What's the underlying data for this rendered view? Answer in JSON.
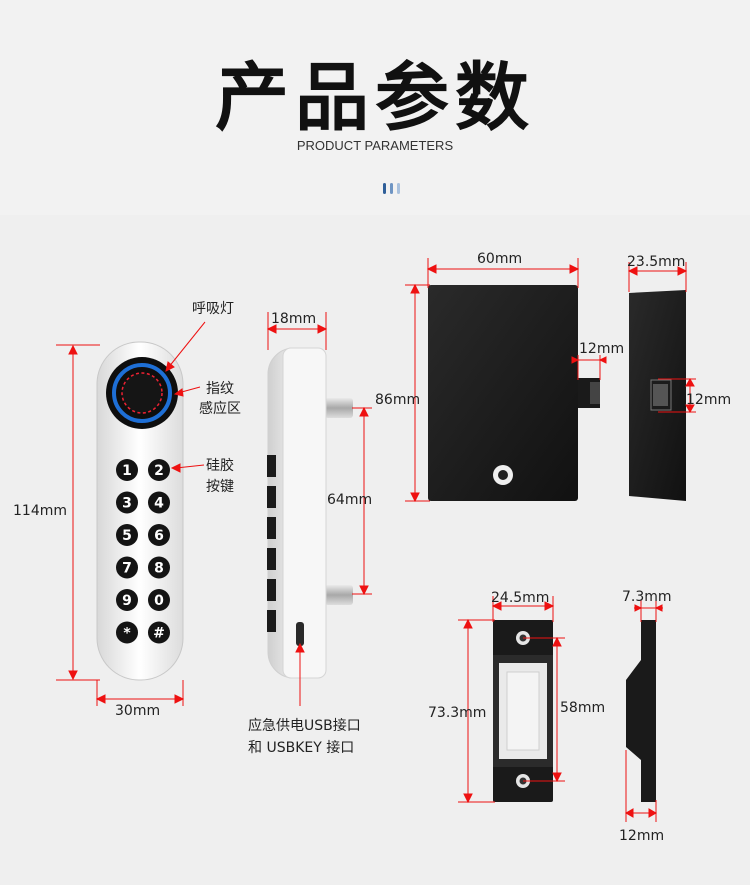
{
  "header": {
    "title": "产品参数",
    "subtitle": "PRODUCT PARAMETERS",
    "accent_color": "#3b6ea5"
  },
  "keypad": {
    "keys": [
      "1",
      "2",
      "3",
      "4",
      "5",
      "6",
      "7",
      "8",
      "9",
      "0",
      "*",
      "#"
    ],
    "fingerprint_ring_color": "#1e6fd6"
  },
  "labels": {
    "breathing_light": "呼吸灯",
    "fingerprint_line1": "指纹",
    "fingerprint_line2": "感应区",
    "silicone_line1": "硅胶",
    "silicone_line2": "按键",
    "usb_line1": "应急供电USB接口",
    "usb_line2": "和 USBKEY 接口"
  },
  "dimensions": {
    "front_height": "114mm",
    "front_width": "30mm",
    "side_depth": "18mm",
    "pin_spacing": "64mm",
    "body_width": "60mm",
    "body_height": "86mm",
    "bolt_width": "12mm",
    "side_thickness": "23.5mm",
    "bolt_height": "12mm",
    "strike_width": "24.5mm",
    "strike_height": "73.3mm",
    "strike_hole_spacing": "58mm",
    "strike_side_top": "7.3mm",
    "strike_side_bottom": "12mm"
  }
}
